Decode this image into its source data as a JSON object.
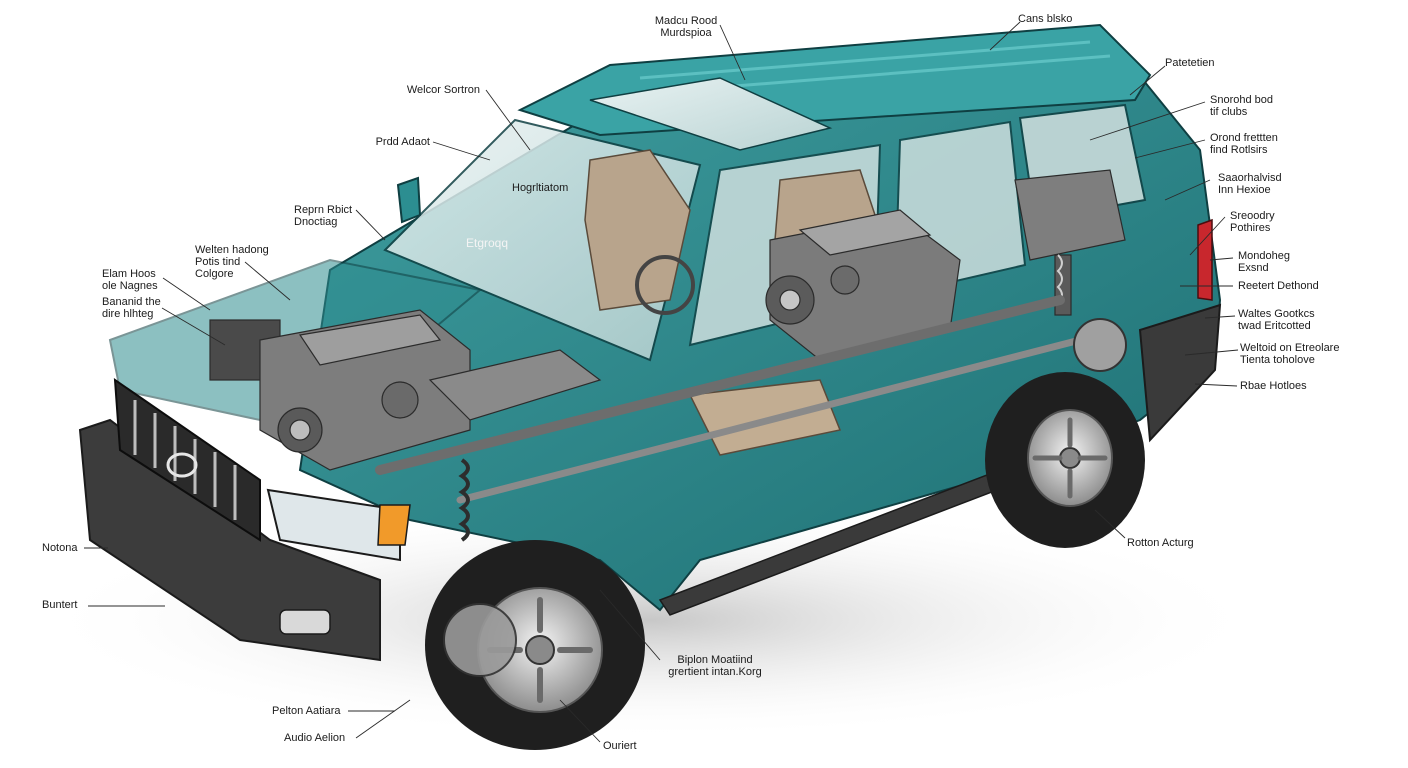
{
  "diagram": {
    "callouts": [
      {
        "id": "top-center",
        "text": "Madcu Rood\nMurdspioa"
      },
      {
        "id": "top-right-roof",
        "text": "Cans blsko"
      },
      {
        "id": "rear-top",
        "text": "Patetetien"
      },
      {
        "id": "rear-1",
        "text": "Snorohd bod\ntif clubs"
      },
      {
        "id": "rear-2",
        "text": "Orond frettten\nfind Rotlsirs"
      },
      {
        "id": "rear-3",
        "text": "Saaorhalvisd\nInn Hexioe"
      },
      {
        "id": "rear-4",
        "text": "Sreoodry\nPothires"
      },
      {
        "id": "rear-5",
        "text": "Mondoheg\nExsnd"
      },
      {
        "id": "rear-6",
        "text": "Reetert Dethond"
      },
      {
        "id": "rear-7",
        "text": "Waltes Gootkcs\ntwad Eritcotted"
      },
      {
        "id": "rear-8",
        "text": "Weltoid on Etreolare\nTienta toholove"
      },
      {
        "id": "rear-9",
        "text": "Rbae Hotloes"
      },
      {
        "id": "rear-wheel",
        "text": "Rotton Acturg"
      },
      {
        "id": "front-1",
        "text": "Welcor Sortron"
      },
      {
        "id": "front-2",
        "text": "Prdd Adaot"
      },
      {
        "id": "front-3",
        "text": "Reprn Rbict\nDnoctiag"
      },
      {
        "id": "front-4",
        "text": "Welten hadong\nPotis tind\nColgore"
      },
      {
        "id": "front-5",
        "text": "Elam Hoos\nole Nagnes"
      },
      {
        "id": "front-6",
        "text": "Bananid the\ndire hlhteg"
      },
      {
        "id": "front-7",
        "text": "Notona"
      },
      {
        "id": "front-8",
        "text": "Buntert"
      },
      {
        "id": "bottom-1",
        "text": "Pelton Aatiara"
      },
      {
        "id": "bottom-2",
        "text": "Audio Aelion"
      },
      {
        "id": "bottom-3",
        "text": "Ouriert"
      },
      {
        "id": "bottom-center",
        "text": "Biplon Moatiind\ngrertient intan.Korg"
      },
      {
        "id": "cabin",
        "text": "Hogrltiatom"
      },
      {
        "id": "dash",
        "text": "Etgroqq"
      }
    ]
  }
}
